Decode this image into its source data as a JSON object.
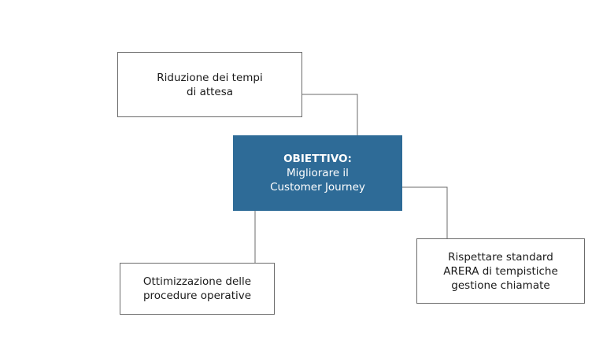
{
  "center": {
    "heading": "OBIETTIVO:",
    "text": "Migliorare il\nCustomer Journey"
  },
  "nodes": {
    "top": "Riduzione dei tempi\ndi attesa",
    "bottom_left": "Ottimizzazione delle\nprocedure operative",
    "right": "Rispettare standard\nARERA di tempistiche\ngestione chiamate"
  },
  "colors": {
    "center_fill": "#2e6b97",
    "border": "#6b6b6b",
    "text": "#1a1a1a"
  }
}
